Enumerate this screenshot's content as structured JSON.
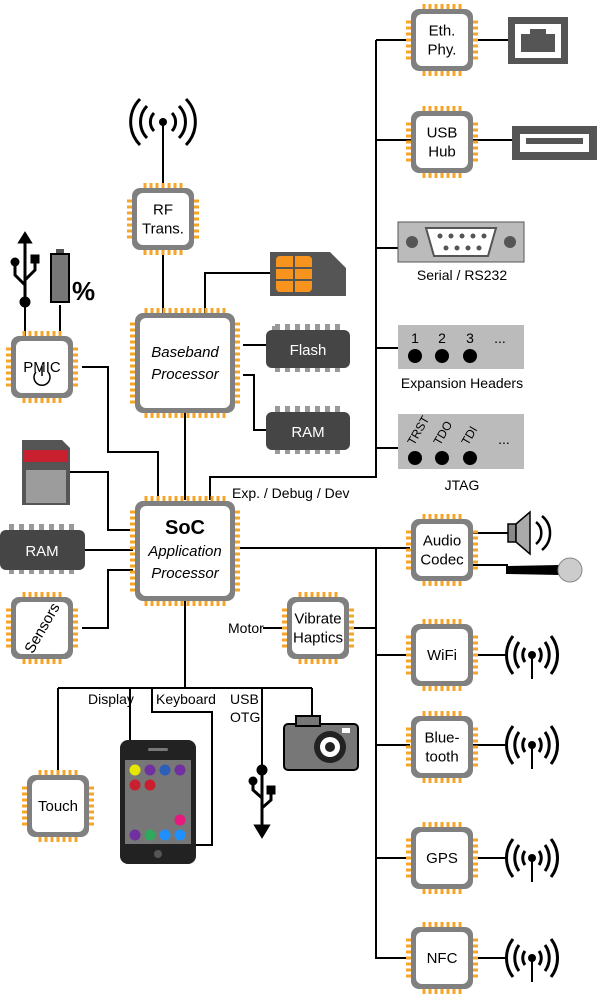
{
  "chips": {
    "rf": [
      "RF",
      "Trans."
    ],
    "baseband": [
      "Baseband",
      "Processor"
    ],
    "pmic": "PMIC",
    "soc": [
      "SoC",
      "Application",
      "Processor"
    ],
    "sensors": "Sensors",
    "touch": "Touch",
    "vibrate": [
      "Vibrate",
      "Haptics"
    ],
    "eth": [
      "Eth.",
      "Phy."
    ],
    "usbhub": [
      "USB",
      "Hub"
    ],
    "audio": [
      "Audio",
      "Codec"
    ],
    "wifi": "WiFi",
    "bluetooth": [
      "Blue-",
      "tooth"
    ],
    "gps": "GPS",
    "nfc": "NFC"
  },
  "memory": {
    "flash": "Flash",
    "ram_bb": "RAM",
    "ram_soc": "RAM"
  },
  "labels": {
    "serial": "Serial / RS232",
    "expansion": "Expansion Headers",
    "jtag": "JTAG",
    "exp_debug": "Exp. / Debug / Dev",
    "motor": "Motor",
    "display": "Display",
    "keyboard": "Keyboard",
    "usb_otg": [
      "USB",
      "OTG"
    ],
    "percent": "%"
  },
  "headers": {
    "numbers": [
      "1",
      "2",
      "3",
      "..."
    ]
  },
  "jtag_pins": [
    "TRST",
    "TDO",
    "TDI",
    "..."
  ],
  "colors": {
    "chip_orange": "#f7a528",
    "chip_gray": "#808080",
    "mem_dark": "#454545",
    "sim_orange": "#f7941d",
    "sd_red": "#c8202f"
  },
  "icons": [
    "antenna-icon",
    "usb-icon",
    "battery-icon",
    "power-icon",
    "sim-card-icon",
    "sd-card-icon",
    "ethernet-port-icon",
    "usb-port-icon",
    "serial-port-icon",
    "speaker-icon",
    "microphone-icon",
    "camera-icon",
    "phone-icon"
  ],
  "phone_dots": [
    "#e6e600",
    "#7030a0",
    "#2e5fb8",
    "#7030a0",
    "#c8202f",
    "#c8202f",
    "#7030a0",
    "#2eaa5a",
    "#1e90ff",
    "#1e90ff",
    "#e6197e"
  ]
}
